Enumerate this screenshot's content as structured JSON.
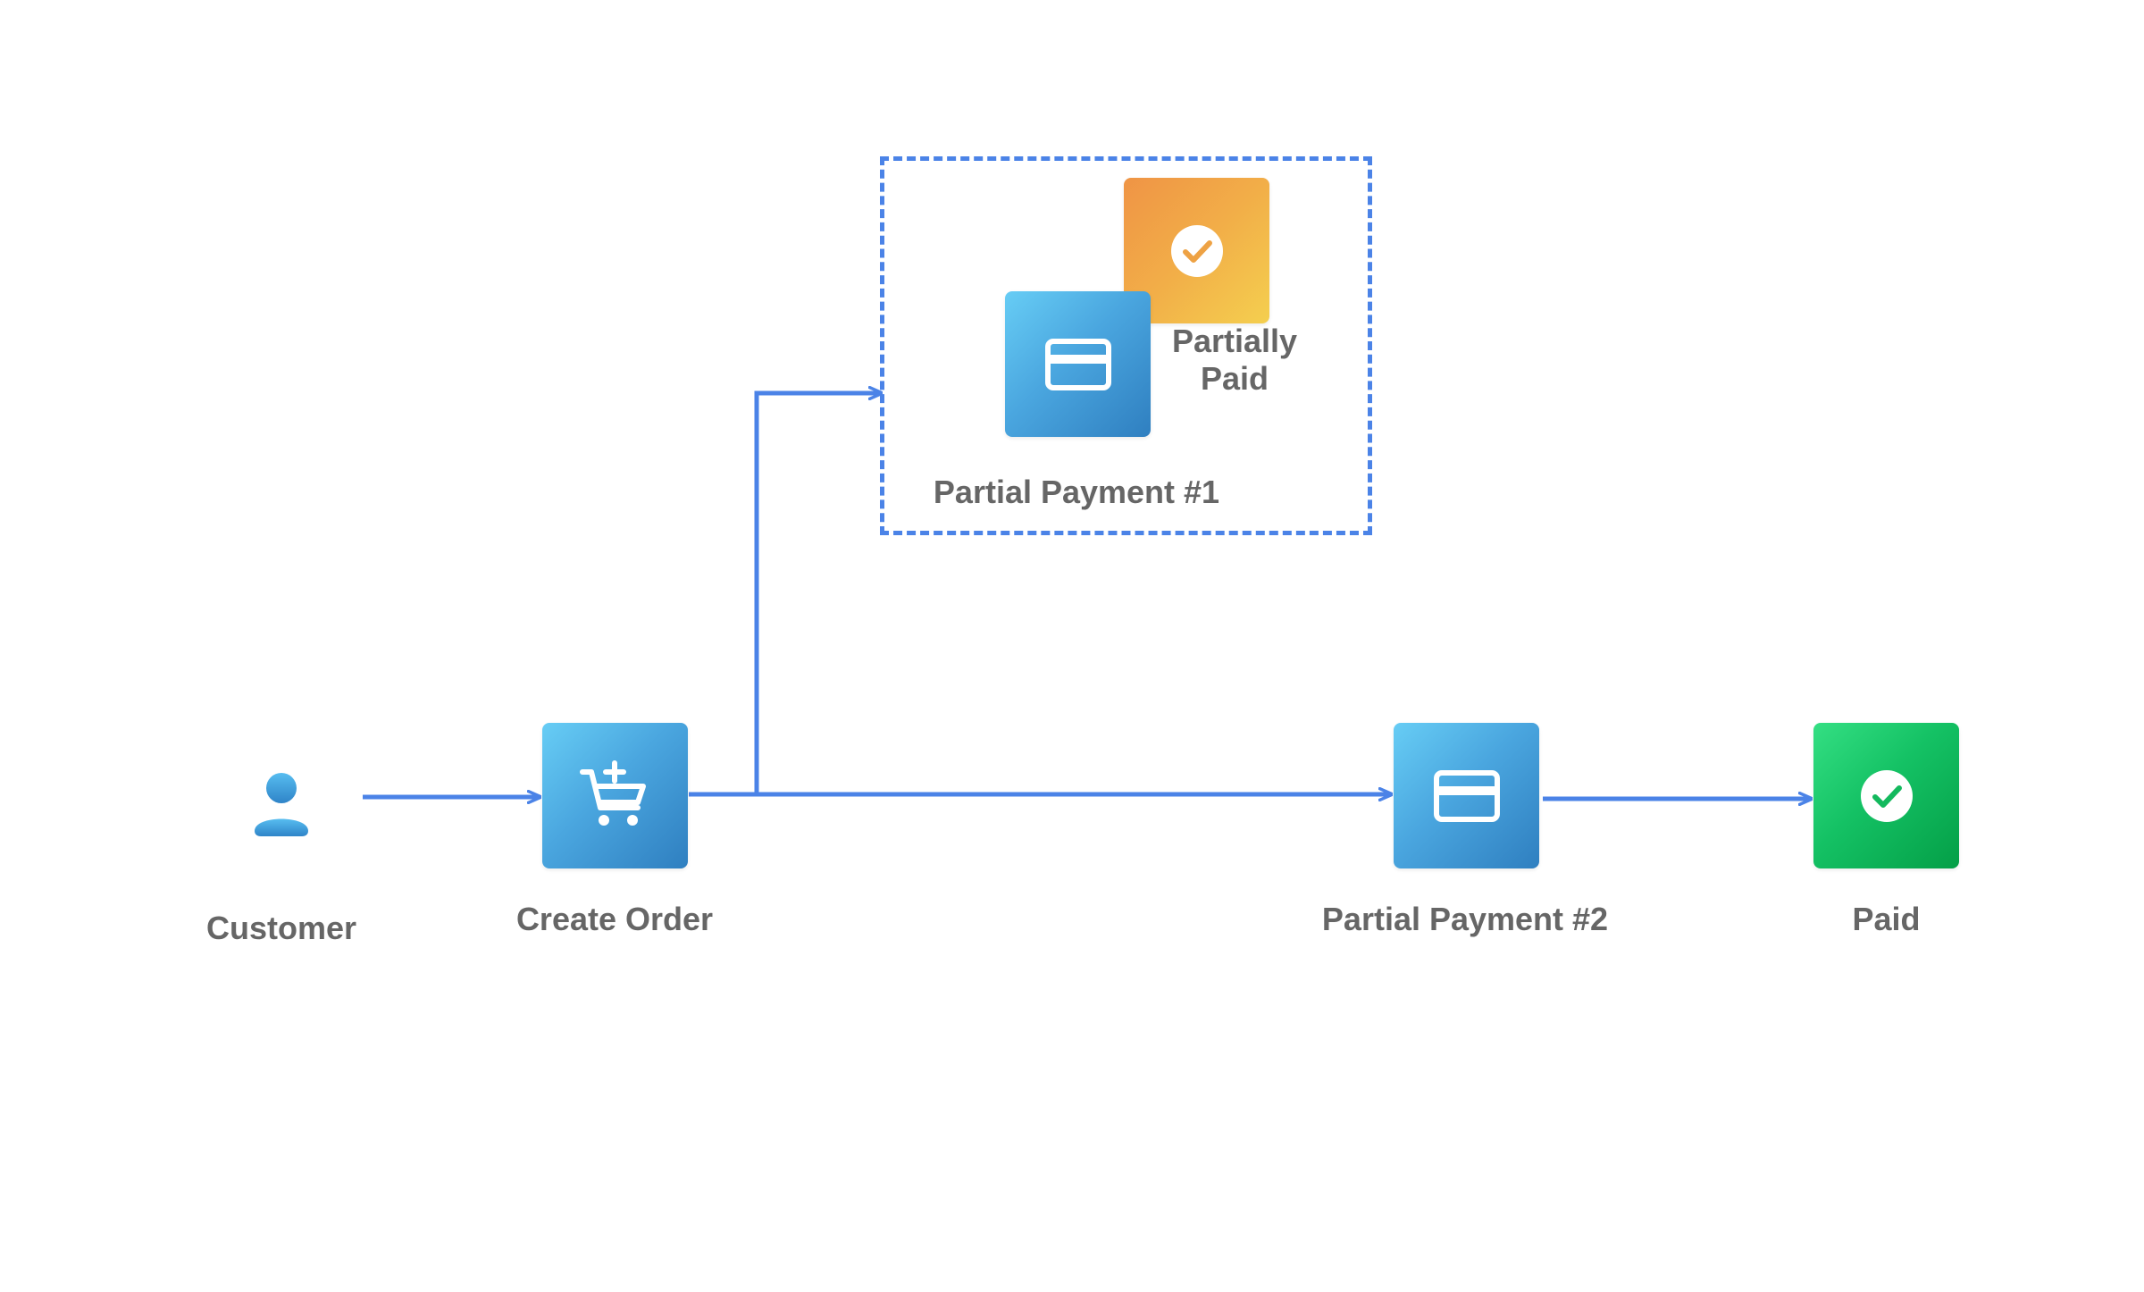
{
  "diagram": {
    "type": "process-flow",
    "colors": {
      "connector": "#4b83e7",
      "blue_node_start": "#67cdf5",
      "blue_node_end": "#2f7fc0",
      "orange_node_start": "#ef9445",
      "orange_node_end": "#f4cf4f",
      "green_node_start": "#34df83",
      "green_node_end": "#049f47",
      "label_text": "#666666"
    },
    "nodes": {
      "customer": {
        "label": "Customer",
        "icon": "user-icon"
      },
      "create_order": {
        "label": "Create Order",
        "icon": "add-to-cart-icon"
      },
      "partial_payment_1": {
        "label": "Partial Payment #1",
        "icon": "credit-card-icon"
      },
      "partially_paid": {
        "label": "Partially Paid",
        "icon": "check-circle-icon"
      },
      "partial_payment_2": {
        "label": "Partial Payment #2",
        "icon": "credit-card-icon"
      },
      "paid": {
        "label": "Paid",
        "icon": "check-circle-icon"
      }
    },
    "connections": [
      {
        "from": "Customer",
        "to": "Create Order"
      },
      {
        "from": "Create Order",
        "to": "Partial Payment #1"
      },
      {
        "from": "Create Order",
        "to": "Partial Payment #2"
      },
      {
        "from": "Partial Payment #2",
        "to": "Paid"
      }
    ]
  }
}
